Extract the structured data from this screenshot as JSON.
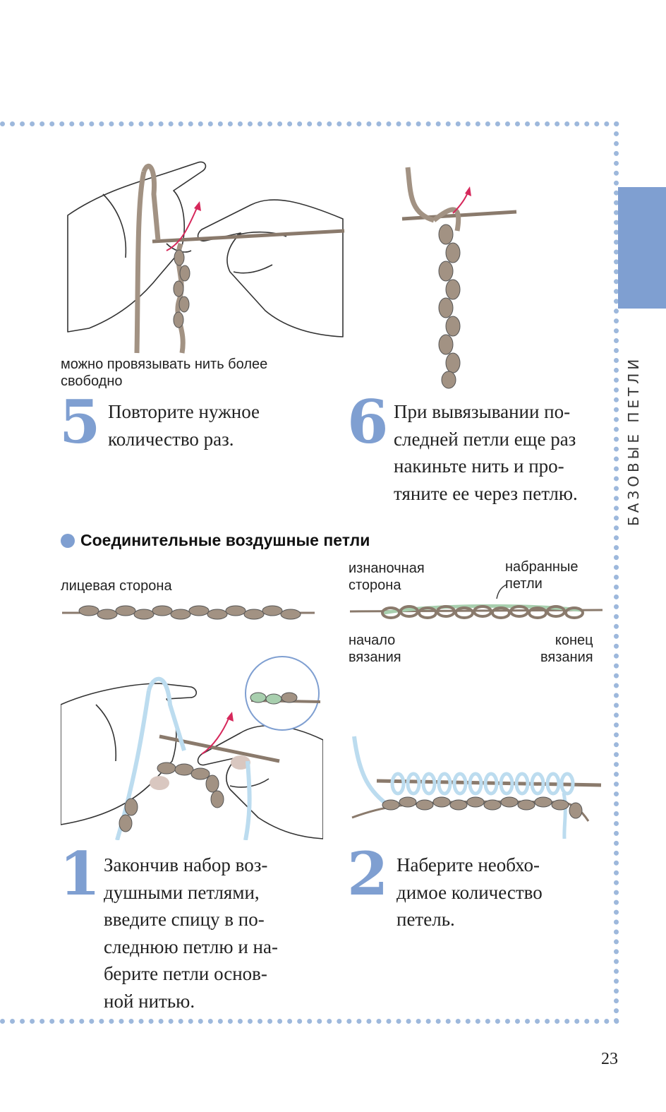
{
  "side_tab": {
    "label": "БАЗОВЫЕ ПЕТЛИ"
  },
  "colors": {
    "accent": "#7f9fd1",
    "yarn_brown": "#a29283",
    "yarn_blue": "#bcdcef",
    "yarn_green": "#a8cfae",
    "arrow": "#d6285b"
  },
  "top_section": {
    "caption_lines": [
      "можно провязывать нить более",
      "свободно"
    ],
    "step5": {
      "number": "5",
      "lines": [
        "Повторите нужное",
        "количество раз."
      ]
    },
    "step6": {
      "number": "6",
      "lines": [
        "При вывязывании по-",
        "следней петли еще раз",
        "накиньте нить и про-",
        "тяните ее через петлю."
      ]
    }
  },
  "section2": {
    "heading": "Соединительные воздушные петли",
    "labels": {
      "front_side": "лицевая сторона",
      "back_side": [
        "изнаночная",
        "сторона"
      ],
      "cast_on_loops": [
        "набранные",
        "петли"
      ],
      "start": [
        "начало",
        "вязания"
      ],
      "end": [
        "конец",
        "вязания"
      ]
    },
    "step1": {
      "number": "1",
      "lines": [
        "Закончив набор воз-",
        "душными петлями,",
        "введите спицу в по-",
        "следнюю петлю и на-",
        "берите петли основ-",
        "ной нитью."
      ]
    },
    "step2": {
      "number": "2",
      "lines": [
        "Наберите необхо-",
        "димое количество",
        "петель."
      ]
    }
  },
  "page_number": "23"
}
